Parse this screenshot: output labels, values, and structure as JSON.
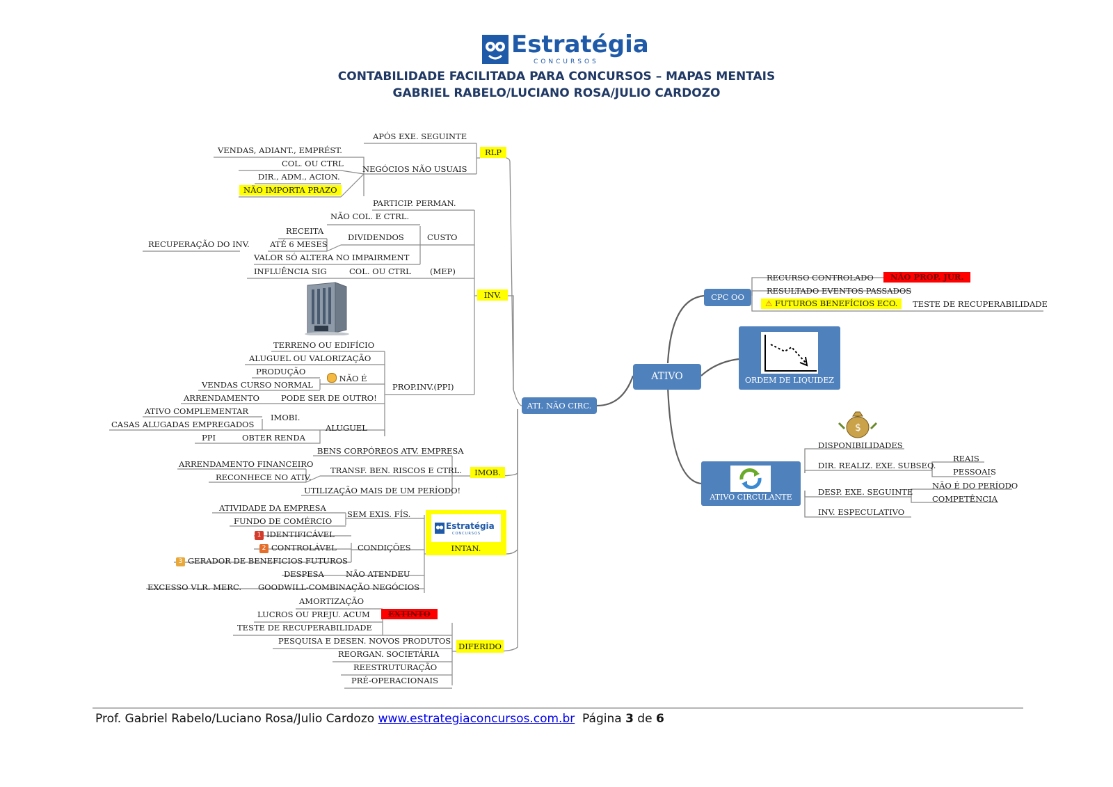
{
  "header": {
    "logo_text": "Estratégia",
    "logo_subtext": "CONCURSOS",
    "title": "CONTABILIDADE FACILITADA PARA CONCURSOS – MAPAS MENTAIS",
    "authors": "GABRIEL RABELO/LUCIANO ROSA/JULIO CARDOZO"
  },
  "colors": {
    "brand_blue": "#1f3864",
    "node_blue": "#4f81bd",
    "highlight_yellow": "#ffff00",
    "highlight_red": "#ff0000",
    "branch_gray": "#6b6b6b"
  },
  "center": {
    "ativo": "ATIVO"
  },
  "right": {
    "cpc": "CPC OO",
    "cpc_items": [
      "RECURSO CONTROLADO",
      "RESULTADO EVENTOS PASSADOS",
      "FUTUROS BENEFÍCIOS ECO."
    ],
    "nao_prop_jur": "NÃO PROP. JUR.",
    "teste_recuperabilidade": "TESTE DE RECUPERABILIDADE",
    "ordem_liquidez": "ORDEM  DE LIQUIDEZ",
    "ativo_circulante": "ATIVO CIRCULANTE",
    "ac_items": [
      "DISPONIBILIDADES",
      "DIR. REALIZ. EXE. SUBSEQ.",
      "DESP. EXE. SEGUINTE",
      "INV. ESPECULATIVO"
    ],
    "dir_items": [
      "REAIS",
      "PESSOAIS"
    ],
    "desp_items": [
      "NÃO É DO PERÍODO",
      "COMPETÊNCIA"
    ]
  },
  "left": {
    "ati_nao_circ": "ATI. NÃO CIRC.",
    "rlp": {
      "label": "RLP",
      "apos": "APÓS EXE. SEGUINTE",
      "negocios": "NEGÓCIOS NÃO USUAIS",
      "neg_items": [
        "VENDAS, ADIANT., EMPRÉST.",
        "COL. OU CTRL",
        "DIR., ADM., ACION.",
        "NÃO IMPORTA PRAZO"
      ]
    },
    "inv": {
      "label": "INV.",
      "particip": "PARTICIP. PERMAN.",
      "nao_col": "NÃO COL. E CTRL.",
      "receita": "RECEITA",
      "dividendos": "DIVIDENDOS",
      "custo": "CUSTO",
      "recuperacao": "RECUPERAÇÃO DO INV.",
      "ate6": "ATÉ 6 MESES",
      "valor": "VALOR SÓ ALTERA NO IMPAIRMENT",
      "influencia": "INFLUÊNCIA SIG",
      "col_ctrl": "COL. OU CTRL",
      "mep": "(MEP)",
      "terreno": "TERRENO OU EDIFÍCIO",
      "aluguel_val": "ALUGUEL OU VALORIZAÇÃO",
      "producao": "PRODUÇÃO",
      "nao_e": "NÃO É",
      "vendas_curso": "VENDAS CURSO NORMAL",
      "prop_inv": "PROP.INV.(PPI)",
      "arrendamento": "ARRENDAMENTO",
      "pode_ser": "PODE SER DE OUTRO!",
      "ativo_compl": "ATIVO COMPLEMENTAR",
      "imobi": "IMOBI.",
      "casas": "CASAS ALUGADAS EMPREGADOS",
      "aluguel": "ALUGUEL",
      "ppi": "PPI",
      "obter_renda": "OBTER RENDA"
    },
    "imob": {
      "label": "IMOB.",
      "bens": "BENS CORPÓREOS ATV. EMPRESA",
      "arr_fin": "ARRENDAMENTO FINANCEIRO",
      "transf": "TRANSF. BEN. RISCOS E CTRL.",
      "reconhece": "RECONHECE NO ATIV.",
      "utilizacao": "UTILIZAÇÃO MAIS DE UM PERÍODO!"
    },
    "intan": {
      "label": "INTAN.",
      "logo_text": "Estratégia",
      "logo_sub": "CONCURSOS",
      "atividade": "ATIVIDADE DA EMPRESA",
      "sem_exis": "SEM EXIS. FÍS.",
      "fundo": "FUNDO DE COMÉRCIO",
      "cond_items": [
        "IDENTIFICÁVEL",
        "CONTROLÁVEL",
        "GERADOR DE BENEFICIOS FUTUROS"
      ],
      "cond_nums": [
        "1",
        "2",
        "3"
      ],
      "condicoes": "CONDIÇÕES",
      "despesa": "DESPESA",
      "nao_atendeu": "NÃO ATENDEU",
      "excesso": "EXCESSO VLR. MERC.",
      "goodwill": "GOODWILL-COMBINAÇÃO NEGÓCIOS"
    },
    "diferido": {
      "label": "DIFERIDO",
      "amortizacao": "AMORTIZAÇÃO",
      "lucros": "LUCROS OU PREJU. ACUM",
      "extinto": "EXTINTO",
      "teste": "TESTE DE RECUPERABILIDADE",
      "items": [
        "PESQUISA E DESEN. NOVOS PRODUTOS",
        "REORGAN. SOCIETÁRIA",
        "REESTRUTURAÇÃO",
        "PRÉ-OPERACIONAIS"
      ]
    }
  },
  "footer": {
    "prefix": "Prof. Gabriel Rabelo/Luciano Rosa/Julio Cardozo ",
    "link": "www.estrategiaconcursos.com.br",
    "page_label": "  Página ",
    "page_num": "3",
    "of_label": " de ",
    "page_total": "6"
  }
}
